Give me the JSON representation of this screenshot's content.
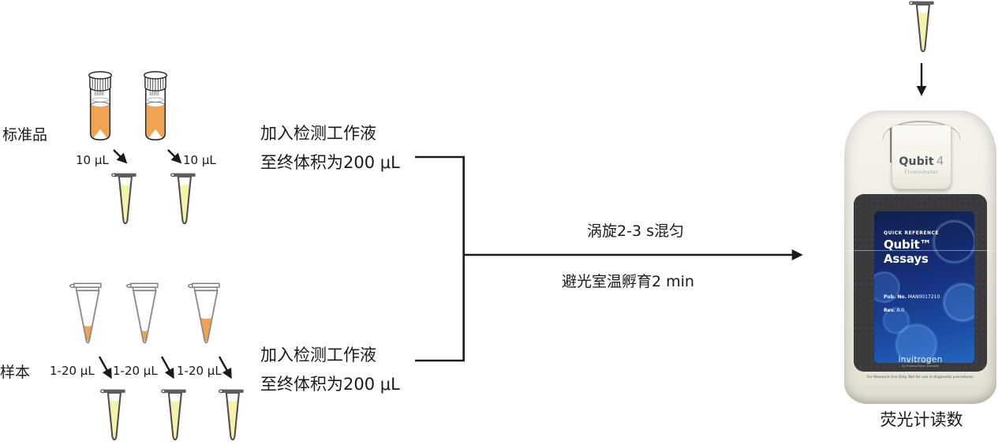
{
  "standards": {
    "label": "标准品",
    "volumes": [
      "10 μL",
      "10 μL"
    ],
    "step_lines": [
      "加入检测工作液",
      "至终体积为200 μL"
    ]
  },
  "samples": {
    "label": "样本",
    "volumes": [
      "1-20 μL",
      "1-20 μL",
      "1-20 μL"
    ],
    "step_lines": [
      "加入检测工作液",
      "至终体积为200 μL"
    ]
  },
  "mix_step": {
    "vortex": "涡旋2-3 s混匀",
    "incubate": "避光室温孵育2 min"
  },
  "device": {
    "brand": "Qubit",
    "model": "4",
    "subtitle": "Fluorometer",
    "card": {
      "eyebrow": "QUICK REFERENCE",
      "title": "Qubit™ Assays",
      "pub_label": "Pub. No.",
      "pub_no": "MAN0017210",
      "rev_label": "Rev.",
      "rev_no": "A.0"
    },
    "logo": "invitrogen",
    "logo_sub": "by Thermo Fisher Scientific",
    "disclaimer": "For Research Use Only. Not for use in diagnostic procedures.",
    "result_label": "荧光计读数"
  },
  "colors": {
    "standard_liquid": "#F0A351",
    "assay_liquid": "#F6F2AC",
    "ink": "#1A1A1A",
    "device_body": "#EFEDE3",
    "panel_dark": "#3A393B",
    "card_blue_dark": "#121F4E",
    "card_blue_light": "#2565BE"
  }
}
